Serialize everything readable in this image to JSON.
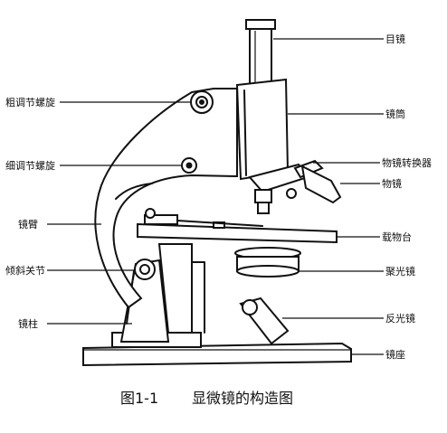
{
  "labels": {
    "eyepiece": "目镜",
    "tube": "镜筒",
    "nosepiece": "物镜转换器",
    "objective": "物镜",
    "stage": "载物台",
    "condenser": "聚光镜",
    "mirror": "反光镜",
    "base": "镜座",
    "coarse_knob": "粗调节螺旋",
    "fine_knob": "细调节螺旋",
    "arm": "镜臂",
    "tilt_joint": "倾斜关节",
    "pillar": "镜柱"
  },
  "caption": {
    "figure_number": "图1-1",
    "title": "显微镜的构造图"
  }
}
